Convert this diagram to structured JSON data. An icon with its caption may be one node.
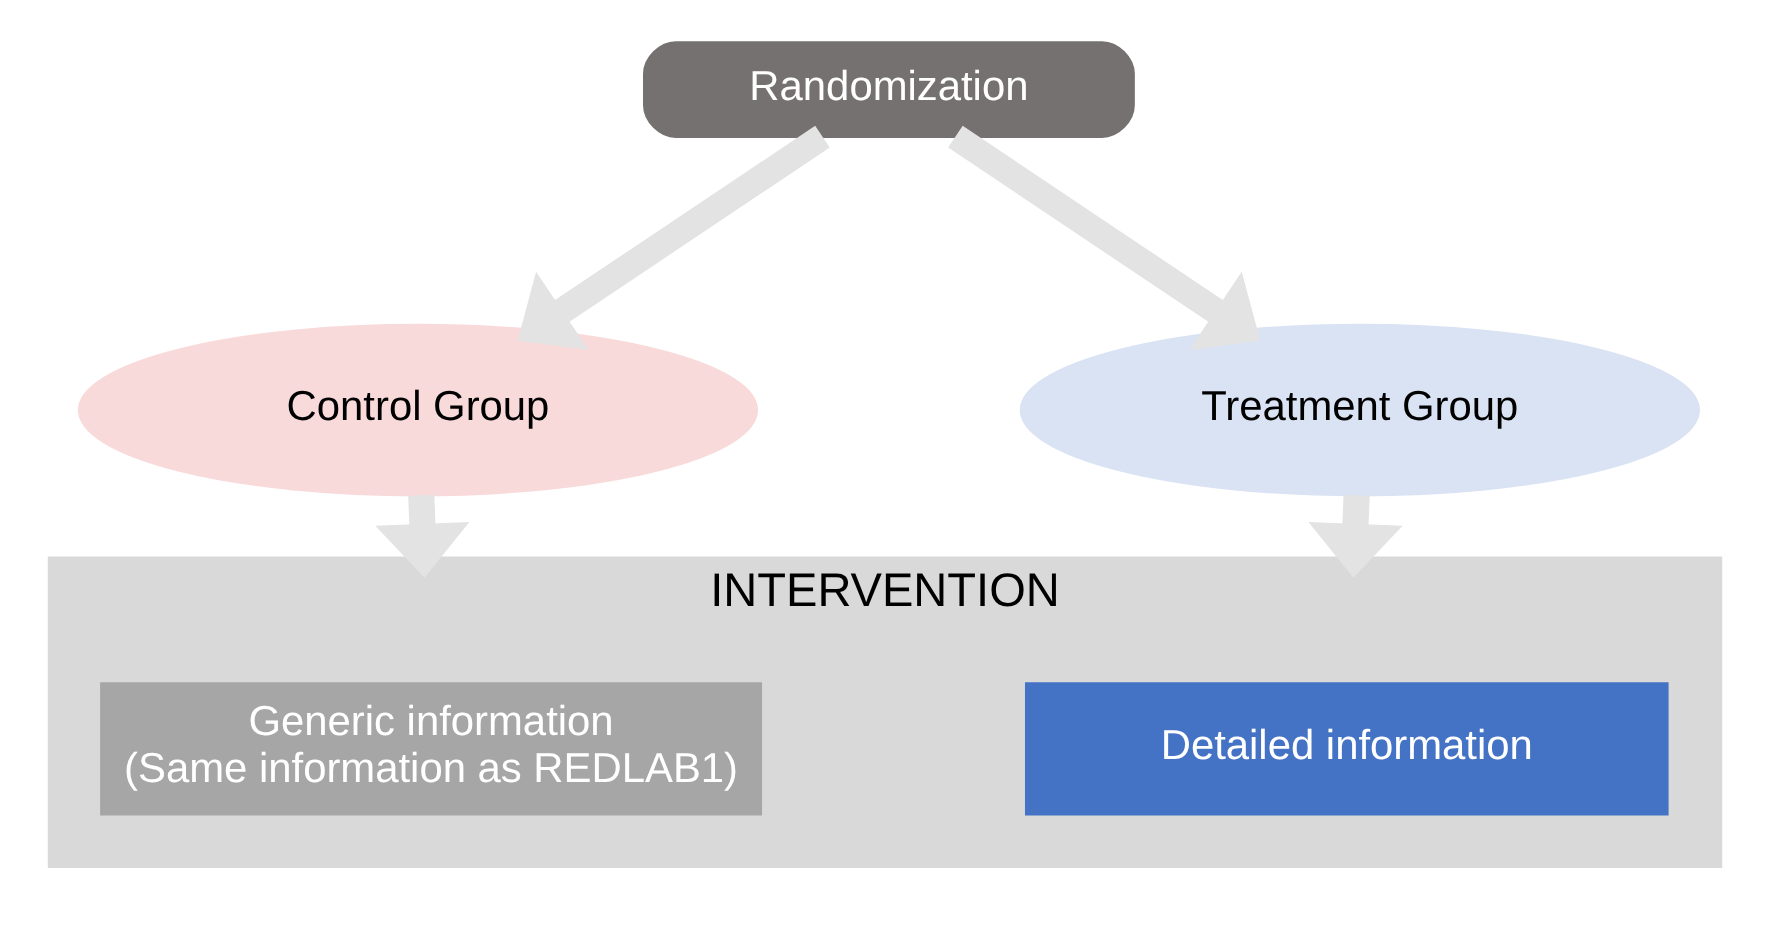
{
  "diagram": {
    "nodes": [
      {
        "text": [
          "Randomization"
        ]
      },
      {
        "text": [
          "Control Group"
        ]
      },
      {
        "text": [
          "Treatment Group"
        ]
      },
      {
        "text": [
          "INTERVENTION"
        ]
      },
      {
        "text": [
          "Generic information",
          "(Same information as REDLAB1)"
        ],
        "in": 3
      },
      {
        "text": [
          "Detailed information"
        ],
        "in": 3
      }
    ],
    "edges": [
      {
        "from": 0,
        "to": 1,
        "arrow": "to"
      },
      {
        "from": 0,
        "to": 2,
        "arrow": "to"
      },
      {
        "from": 1,
        "to": 3,
        "arrow": "to"
      },
      {
        "from": 2,
        "to": 3,
        "arrow": "to"
      }
    ]
  }
}
